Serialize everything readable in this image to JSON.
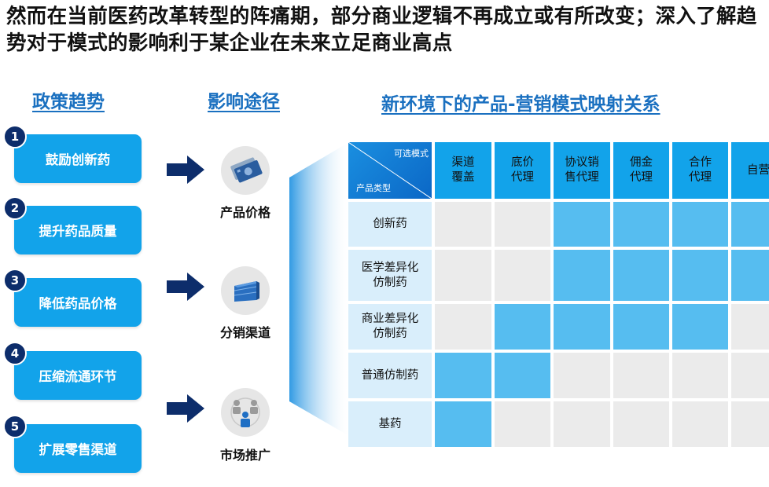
{
  "title": "然而在当前医药改革转型的阵痛期，部分商业逻辑不再成立或有所改变；深入了解趋势对于模式的影响利于某企业在未来立足商业高点",
  "sections": {
    "policy": "政策趋势",
    "path": "影响途径",
    "mapping": "新环境下的产品-营销模式映射关系"
  },
  "policies": [
    {
      "num": "1",
      "label": "鼓励创新药"
    },
    {
      "num": "2",
      "label": "提升药品质量"
    },
    {
      "num": "3",
      "label": "降低药品价格"
    },
    {
      "num": "4",
      "label": "压缩流通环节"
    },
    {
      "num": "5",
      "label": "扩展零售渠道"
    }
  ],
  "paths": [
    {
      "label": "产品价格",
      "icon": "money-icon"
    },
    {
      "label": "分销渠道",
      "icon": "warehouse-icon"
    },
    {
      "label": "市场推广",
      "icon": "people-network-icon"
    }
  ],
  "matrix": {
    "corner_top": "可选模式",
    "corner_bottom": "产品类型",
    "columns": [
      {
        "l1": "渠道",
        "l2": "覆盖"
      },
      {
        "l1": "底价",
        "l2": "代理"
      },
      {
        "l1": "协议销",
        "l2": "售代理"
      },
      {
        "l1": "佣金",
        "l2": "代理"
      },
      {
        "l1": "合作",
        "l2": "代理"
      },
      {
        "l1": "自营",
        "l2": ""
      }
    ],
    "rows": [
      {
        "l1": "创新药",
        "l2": "",
        "cells": [
          0,
          0,
          1,
          1,
          1,
          1
        ]
      },
      {
        "l1": "医学差异化",
        "l2": "仿制药",
        "cells": [
          0,
          0,
          1,
          1,
          1,
          1
        ]
      },
      {
        "l1": "商业差异化",
        "l2": "仿制药",
        "cells": [
          0,
          1,
          1,
          1,
          1,
          0
        ]
      },
      {
        "l1": "普通仿制药",
        "l2": "",
        "cells": [
          1,
          1,
          0,
          0,
          0,
          0
        ]
      },
      {
        "l1": "基药",
        "l2": "",
        "cells": [
          1,
          0,
          0,
          0,
          0,
          0
        ]
      }
    ]
  },
  "colors": {
    "title_blue": "#1a70c0",
    "button_blue": "#12a3ea",
    "badge_navy": "#0d2d6b",
    "cell_on": "#56bdf0",
    "cell_off": "#ebebeb"
  }
}
